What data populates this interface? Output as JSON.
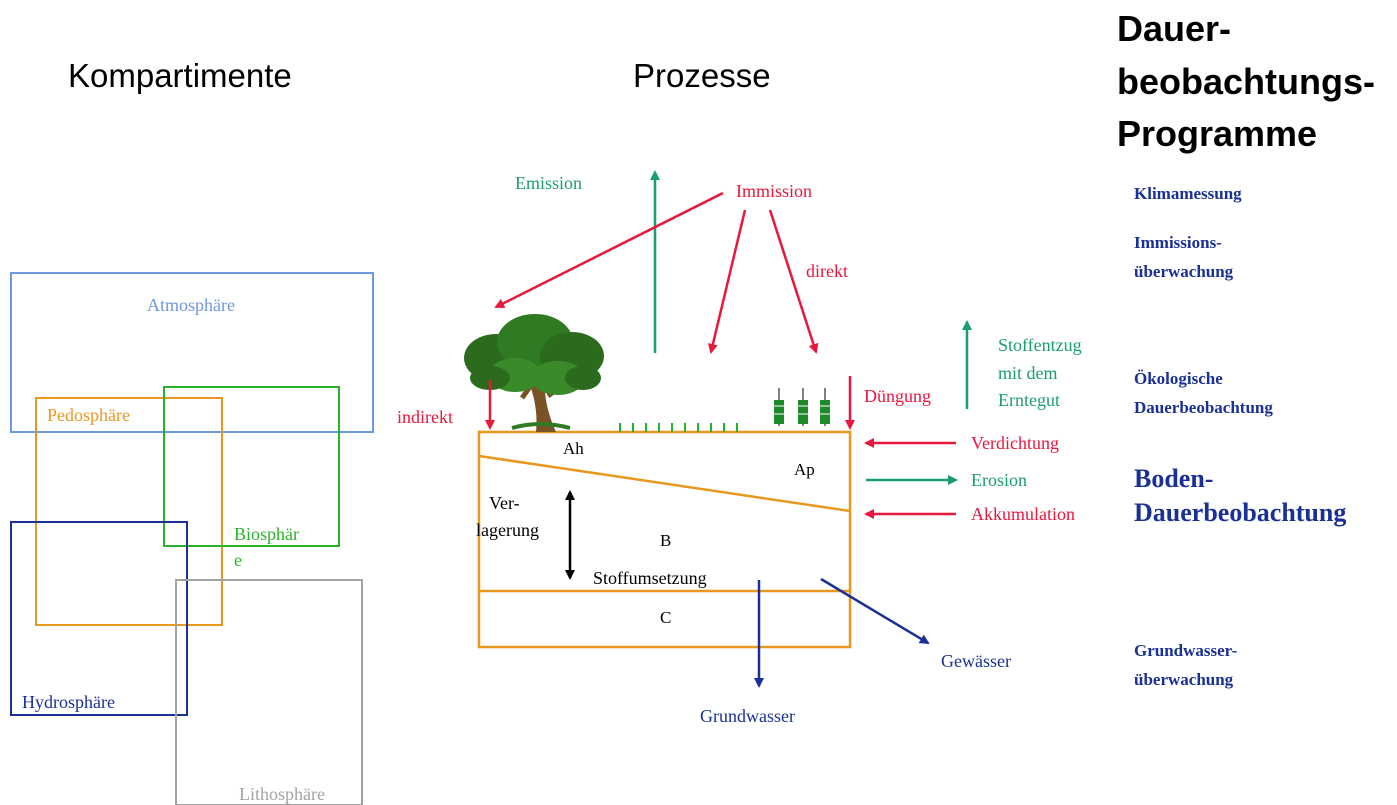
{
  "headers": {
    "kompartimente": "Kompartimente",
    "prozesse": "Prozesse",
    "programme_line1": "Dauer-",
    "programme_line2": "beobachtungs-",
    "programme_line3": "Programme"
  },
  "compartments": {
    "atmosphaere": "Atmosphäre",
    "pedosphaere": "Pedosphäre",
    "biosphaere_line1": "Biosphär",
    "biosphaere_line2": "e",
    "hydrosphaere": "Hydrosphäre",
    "lithosphaere": "Lithosphäre"
  },
  "processes": {
    "emission": "Emission",
    "immission": "Immission",
    "direkt": "direkt",
    "indirekt": "indirekt",
    "duengung": "Düngung",
    "stoffentzug_line1": "Stoffentzug",
    "stoffentzug_line2": "mit dem",
    "stoffentzug_line3": "Erntegut",
    "verdichtung": "Verdichtung",
    "erosion": "Erosion",
    "akkumulation": "Akkumulation",
    "verlagerung_line1": "Ver-",
    "verlagerung_line2": "lagerung",
    "stoffumsetzung": "Stoffumsetzung",
    "grundwasser": "Grundwasser",
    "gewaesser": "Gewässer"
  },
  "horizons": {
    "ah": "Ah",
    "ap": "Ap",
    "b": "B",
    "c": "C"
  },
  "programmes": {
    "klima": "Klimamessung",
    "immission_line1": "Immissions-",
    "immission_line2": "überwachung",
    "oeko_line1": "Ökologische",
    "oeko_line2": "Dauerbeobachtung",
    "boden_line1": "Boden-",
    "boden_line2": "Dauerbeobachtung",
    "grundwasser_line1": "Grundwasser-",
    "grundwasser_line2": "überwachung"
  },
  "colors": {
    "atmosphaere": "#6f98e0",
    "pedosphaere": "#e8981e",
    "biosphaere": "#28b428",
    "hydrosphaere": "#1a3096",
    "lithosphaere": "#a3a3a3",
    "input_red": "#e8173c",
    "output_green": "#1a9e6e",
    "water_blue": "#1a3096",
    "programme_blue": "#1a3096"
  }
}
